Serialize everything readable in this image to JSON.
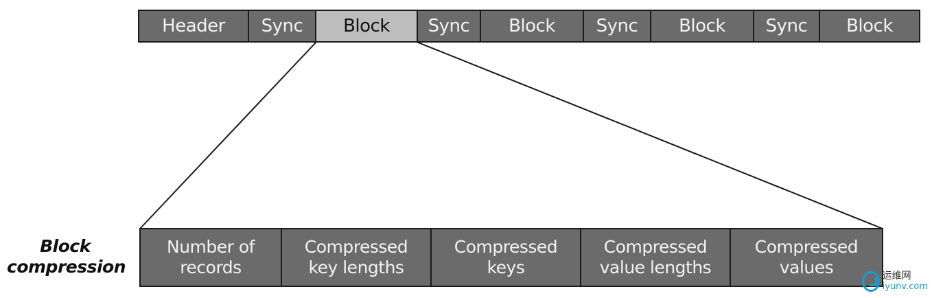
{
  "colors": {
    "segment_fill": "#6b6b6b",
    "highlight_fill": "#bdbdbd",
    "border": "#1a1a1a",
    "text_light": "#f2f2f2",
    "watermark_blue": "#1b9ad6"
  },
  "file_layout": {
    "segments": [
      {
        "label": "Header",
        "highlighted": false
      },
      {
        "label": "Sync",
        "highlighted": false
      },
      {
        "label": "Block",
        "highlighted": true
      },
      {
        "label": "Sync",
        "highlighted": false
      },
      {
        "label": "Block",
        "highlighted": false
      },
      {
        "label": "Sync",
        "highlighted": false
      },
      {
        "label": "Block",
        "highlighted": false
      },
      {
        "label": "Sync",
        "highlighted": false
      },
      {
        "label": "Block",
        "highlighted": false
      }
    ]
  },
  "block_detail": {
    "title_line1": "Block",
    "title_line2": "compression",
    "cells": [
      {
        "line1": "Number of",
        "line2": "records"
      },
      {
        "line1": "Compressed",
        "line2": "key lengths"
      },
      {
        "line1": "Compressed",
        "line2": "keys"
      },
      {
        "line1": "Compressed",
        "line2": "value lengths"
      },
      {
        "line1": "Compressed",
        "line2": "values"
      }
    ]
  },
  "watermark": {
    "icon": "yunv-logo-icon",
    "text_cn": "运维网",
    "url": "iyunv.com"
  }
}
